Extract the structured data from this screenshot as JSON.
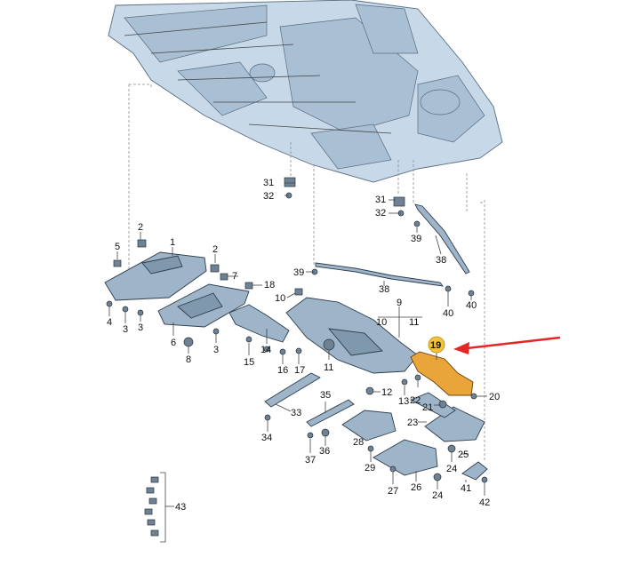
{
  "colors": {
    "part_fill": "#9db4c9",
    "part_outline": "#2e3d4d",
    "highlight_fill": "#e9a53a",
    "highlight_badge": "#f2c23a",
    "arrow": "#e32626"
  },
  "highlighted_part": "19",
  "callouts": [
    {
      "id": "c1",
      "label": "1"
    },
    {
      "id": "c2a",
      "label": "2"
    },
    {
      "id": "c2b",
      "label": "2"
    },
    {
      "id": "c3a",
      "label": "3"
    },
    {
      "id": "c3b",
      "label": "3"
    },
    {
      "id": "c3c",
      "label": "3"
    },
    {
      "id": "c4",
      "label": "4"
    },
    {
      "id": "c5",
      "label": "5"
    },
    {
      "id": "c6",
      "label": "6"
    },
    {
      "id": "c7",
      "label": "7"
    },
    {
      "id": "c8",
      "label": "8"
    },
    {
      "id": "c9",
      "label": "9"
    },
    {
      "id": "c10a",
      "label": "10"
    },
    {
      "id": "c10b",
      "label": "10"
    },
    {
      "id": "c11a",
      "label": "11"
    },
    {
      "id": "c11b",
      "label": "11"
    },
    {
      "id": "c12",
      "label": "12"
    },
    {
      "id": "c13",
      "label": "13"
    },
    {
      "id": "c14",
      "label": "14"
    },
    {
      "id": "c15",
      "label": "15"
    },
    {
      "id": "c16",
      "label": "16"
    },
    {
      "id": "c17",
      "label": "17"
    },
    {
      "id": "c18",
      "label": "18"
    },
    {
      "id": "c20",
      "label": "20"
    },
    {
      "id": "c21",
      "label": "21"
    },
    {
      "id": "c22",
      "label": "22"
    },
    {
      "id": "c23",
      "label": "23"
    },
    {
      "id": "c24a",
      "label": "24"
    },
    {
      "id": "c24b",
      "label": "24"
    },
    {
      "id": "c25",
      "label": "25"
    },
    {
      "id": "c26",
      "label": "26"
    },
    {
      "id": "c27",
      "label": "27"
    },
    {
      "id": "c28",
      "label": "28"
    },
    {
      "id": "c29",
      "label": "29"
    },
    {
      "id": "c31a",
      "label": "31"
    },
    {
      "id": "c31b",
      "label": "31"
    },
    {
      "id": "c32a",
      "label": "32"
    },
    {
      "id": "c32b",
      "label": "32"
    },
    {
      "id": "c33",
      "label": "33"
    },
    {
      "id": "c34",
      "label": "34"
    },
    {
      "id": "c35",
      "label": "35"
    },
    {
      "id": "c36",
      "label": "36"
    },
    {
      "id": "c37",
      "label": "37"
    },
    {
      "id": "c38a",
      "label": "38"
    },
    {
      "id": "c38b",
      "label": "38"
    },
    {
      "id": "c39a",
      "label": "39"
    },
    {
      "id": "c39b",
      "label": "39"
    },
    {
      "id": "c40a",
      "label": "40"
    },
    {
      "id": "c40b",
      "label": "40"
    },
    {
      "id": "c41",
      "label": "41"
    },
    {
      "id": "c42",
      "label": "42"
    },
    {
      "id": "c43",
      "label": "43"
    },
    {
      "id": "c19",
      "label": "19"
    }
  ]
}
